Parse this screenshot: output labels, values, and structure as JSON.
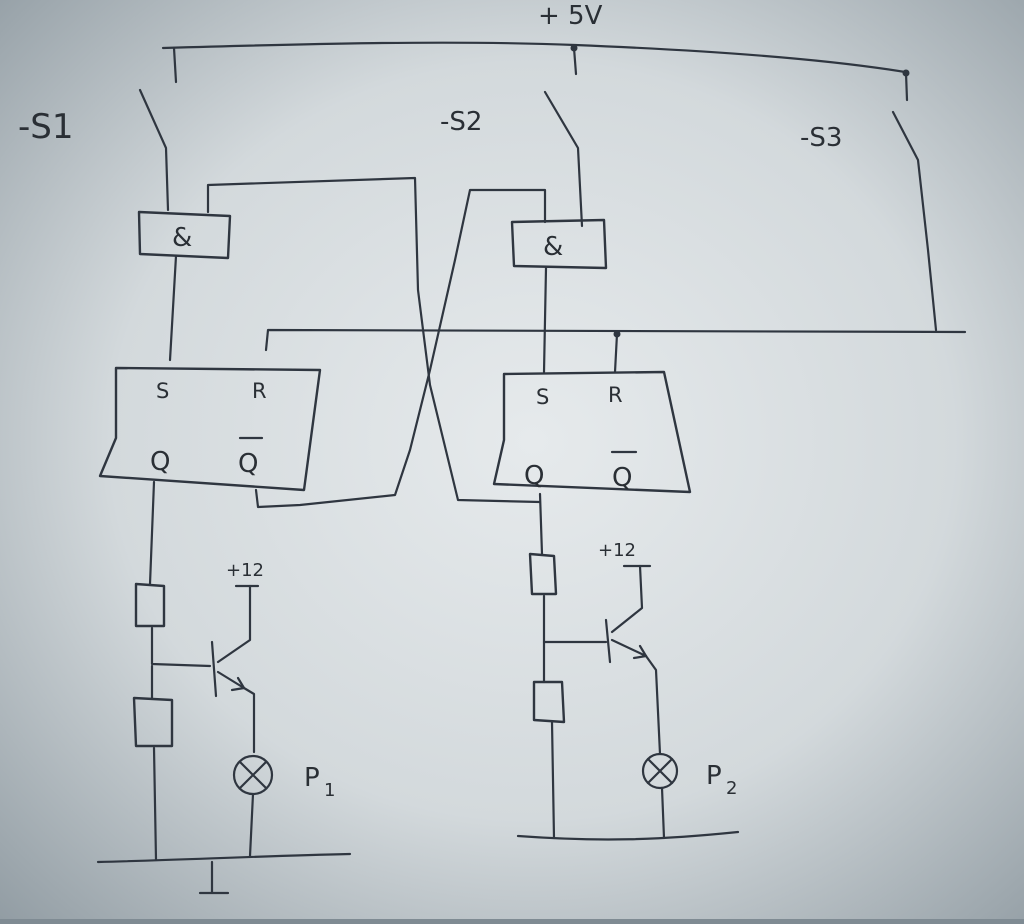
{
  "supply": {
    "plus5v": "+ 5V",
    "plus12_left": "+12",
    "plus12_right": "+12"
  },
  "switches": {
    "s1": "-S1",
    "s2": "-S2",
    "s3": "-S3"
  },
  "gates": {
    "and_left": "&",
    "and_right": "&"
  },
  "flipflops": {
    "left": {
      "s": "S",
      "r": "R",
      "q": "Q",
      "qbar": "Q"
    },
    "right": {
      "s": "S",
      "r": "R",
      "q": "Q",
      "qbar": "Q"
    }
  },
  "lamps": {
    "p1": "P",
    "p1_sub": "1",
    "p2": "P",
    "p2_sub": "2"
  }
}
